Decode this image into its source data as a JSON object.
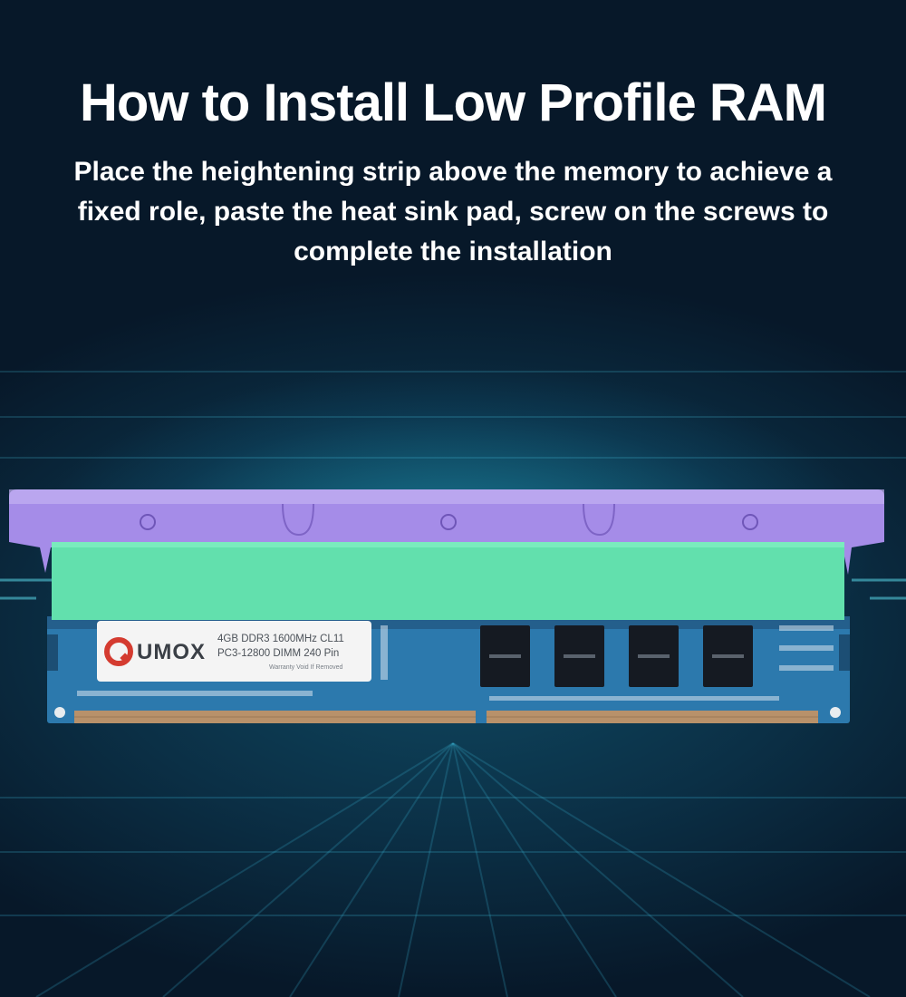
{
  "heading": {
    "title": "How to Install Low Profile RAM",
    "subtitle": "Place the heightening strip above the memory to achieve a fixed role, paste the heat sink pad, screw on the screws to complete the installation"
  },
  "ram_label": {
    "brand": "UMOX",
    "spec_line1": "4GB DDR3 1600MHz CL11",
    "spec_line2": "PC3-12800 DIMM 240 Pin",
    "spec_line3": "Warranty Void If Removed"
  },
  "colors": {
    "bracket": "#a58ce8",
    "thermal_pad": "#62e0ad",
    "pcb": "#2c79ad",
    "logo_red": "#d43b30",
    "gold_contacts": "#b8916a"
  }
}
